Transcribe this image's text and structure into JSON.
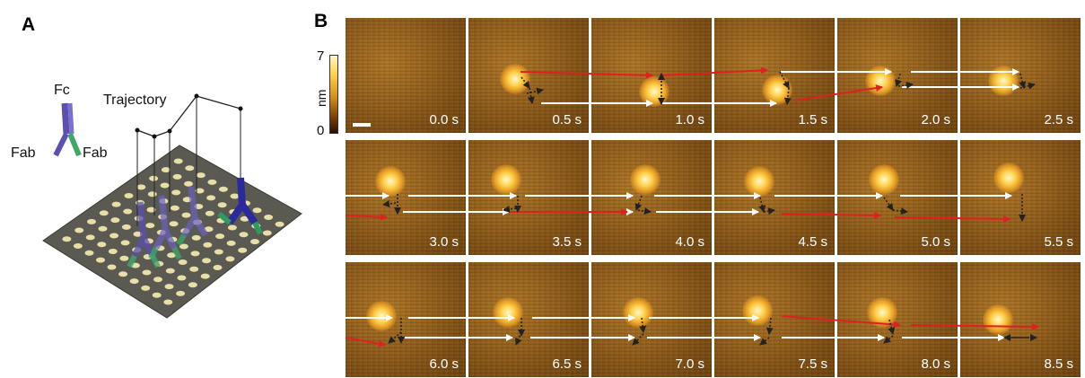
{
  "panel_a": {
    "letter": "A",
    "label_fc": "Fc",
    "label_fab_left": "Fab",
    "label_fab_right": "Fab",
    "label_trajectory": "Trajectory"
  },
  "panel_b": {
    "letter": "B",
    "colorbar": {
      "max": "7",
      "min": "0",
      "unit": "nm"
    },
    "frames": [
      "0.0 s",
      "0.5 s",
      "1.0 s",
      "1.5 s",
      "2.0 s",
      "2.5 s",
      "3.0 s",
      "3.5 s",
      "4.0 s",
      "4.5 s",
      "5.0 s",
      "5.5 s",
      "6.0 s",
      "6.5 s",
      "7.0 s",
      "7.5 s",
      "8.0 s",
      "8.5 s"
    ]
  },
  "colors": {
    "trajectory_arrow": "#e02020",
    "reference_arrow": "#ffffff",
    "surface": "#5a5a52",
    "antigen": "#e8dfa8",
    "antibody_heavy": "#5b4fb0",
    "antibody_light": "#3ea86a"
  }
}
